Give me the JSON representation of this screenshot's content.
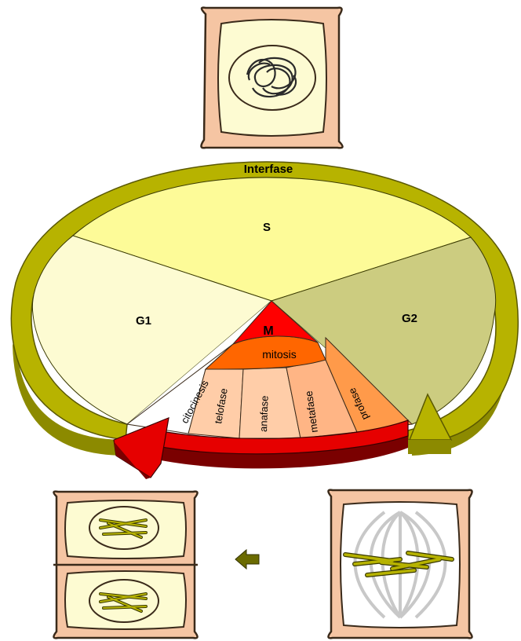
{
  "diagram": {
    "ring_label": "Interfase",
    "phases": {
      "s": "S",
      "g1": "G1",
      "g2": "G2",
      "m": "M"
    },
    "mitosis_label": "mitosis",
    "stages": [
      "citocinesis",
      "telofase",
      "anafase",
      "metafase",
      "profase"
    ]
  },
  "colors": {
    "ring": "#b7b300",
    "ring_dark": "#8c8a00",
    "s": "#fdfb98",
    "g1": "#fdfbd2",
    "g2": "#cccc80",
    "m": "#ff0000",
    "mitosis": "#ff6600",
    "profase": "#ff9a4a",
    "metafase": "#ffb585",
    "anafase": "#ffcda8",
    "telofase": "#ffcda8",
    "citocinesis": "#ffffff",
    "arrow_red": "#e60000",
    "arrow_dark": "#7a0000",
    "cell_wall": "#f5c5a3",
    "cell_border": "#3a2a1a",
    "small_arrow": "#6b6b00"
  },
  "icons": [
    "interphase-cell-icon",
    "metaphase-cell-icon",
    "divided-cells-icon",
    "left-arrow-icon"
  ]
}
